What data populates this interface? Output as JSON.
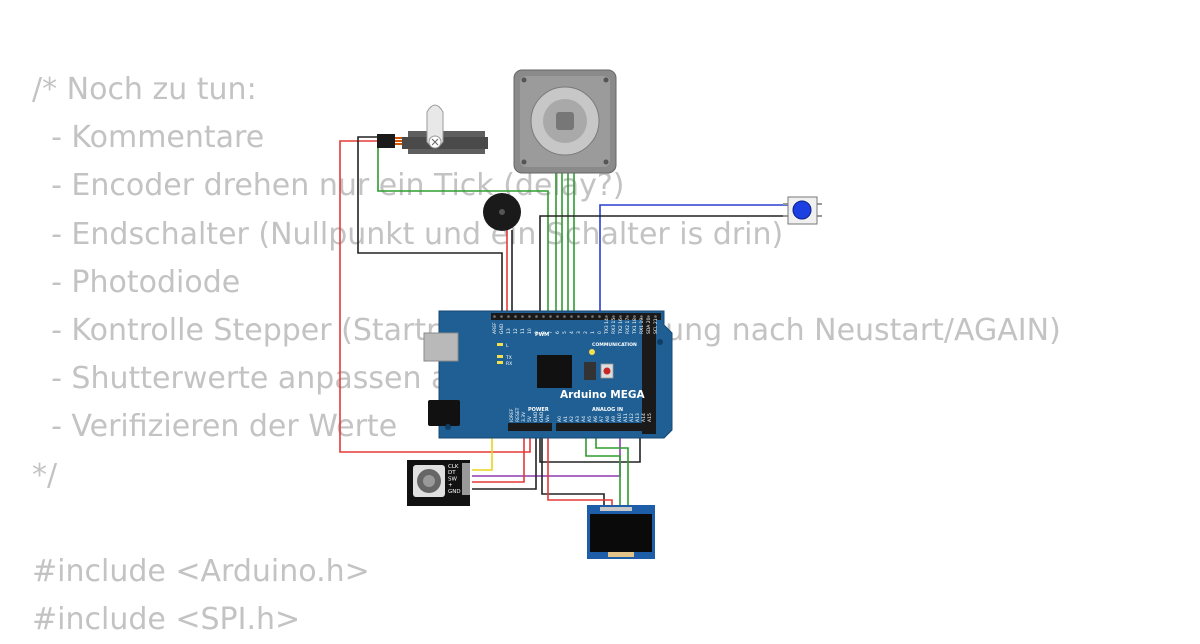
{
  "code_lines": [
    "/* Noch zu tun:",
    "  - Kommentare",
    "  - Encoder drehen nur ein Tick (delay?)",
    "  - Endschalter (Nullpunkt und ein Schalter is drin)",
    "  - Photodiode",
    "  - Kontrolle Stepper (Startposition, Bewegung nach Neustart/AGAIN)",
    "  - Shutterwerte anpassen an",
    "  - Verifizieren der Werte",
    "*/",
    "",
    "#include <Arduino.h>",
    "#include <SPI.h>"
  ],
  "board": {
    "name": "Arduino MEGA",
    "pwm_label": "PWM",
    "comm_label": "COMMUNICATION",
    "power_label": "POWER",
    "analog_label": "ANALOG IN",
    "led_l": "L",
    "led_tx": "TX",
    "led_rx": "RX",
    "top_pins": [
      "AREF",
      "GND",
      "13",
      "12",
      "11",
      "10",
      "9",
      "8",
      "7",
      "6",
      "5",
      "4",
      "3",
      "2",
      "1",
      "0",
      "TX3 14",
      "RX3 15",
      "TX2 16",
      "RX2 17",
      "TX1 18",
      "RX1 19",
      "SDA 20",
      "SCL 21"
    ],
    "power_pins": [
      "IOREF",
      "RESET",
      "3.3V",
      "5V",
      "GND",
      "GND",
      "Vin"
    ],
    "analog_pins": [
      "A0",
      "A1",
      "A2",
      "A3",
      "A4",
      "A5",
      "A6",
      "A7",
      "A8",
      "A9",
      "A10",
      "A11",
      "A12",
      "A13",
      "A14",
      "A15"
    ]
  },
  "encoder": {
    "pins": [
      "CLK",
      "DT",
      "SW",
      "+",
      "GND"
    ]
  },
  "colors": {
    "board": "#1f5f93",
    "wire_red": "#e53935",
    "wire_black": "#222222",
    "wire_green": "#2e9d2e",
    "wire_blue": "#2a3fd1",
    "wire_yellow": "#e9d31a",
    "wire_purple": "#8e3ab0",
    "button_cap": "#1b3fe0",
    "code_text": "#c3c3c3"
  }
}
